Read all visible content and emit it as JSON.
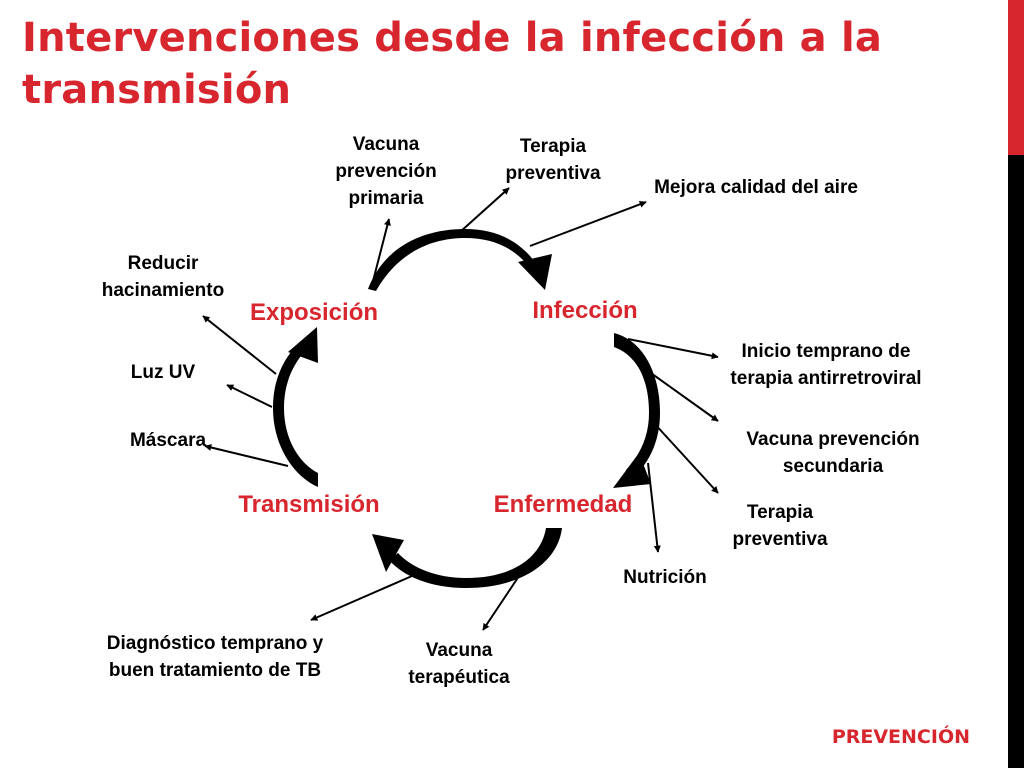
{
  "slide": {
    "title": "Intervenciones desde la infección a la transmisión",
    "footer": "PREVENCIÓN"
  },
  "colors": {
    "accent": "#d8262e",
    "text": "#000000",
    "bar_dark": "#000000"
  },
  "stages": {
    "exposicion": "Exposición",
    "infeccion": "Infección",
    "enfermedad": "Enfermedad",
    "transmision": "Transmisión"
  },
  "interventions": {
    "vacuna_prevencion_primaria": [
      "Vacuna",
      "prevención",
      "primaria"
    ],
    "terapia_preventiva_top": [
      "Terapia",
      "preventiva"
    ],
    "mejora_calidad_aire": [
      "Mejora calidad del aire"
    ],
    "reducir_hacinamiento": [
      "Reducir",
      "hacinamiento"
    ],
    "luz_uv": [
      "Luz UV"
    ],
    "mascara": [
      "Máscara"
    ],
    "inicio_temprano_tar": [
      "Inicio temprano de",
      "terapia antirretroviral"
    ],
    "vacuna_prevencion_secundaria": [
      "Vacuna prevención",
      "secundaria"
    ],
    "terapia_preventiva_right": [
      "Terapia",
      "preventiva"
    ],
    "nutricion": [
      "Nutrición"
    ],
    "diagnostico_temprano": [
      "Diagnóstico temprano y",
      "buen tratamiento de TB"
    ],
    "vacuna_terapeutica": [
      "Vacuna",
      "terapéutica"
    ]
  }
}
